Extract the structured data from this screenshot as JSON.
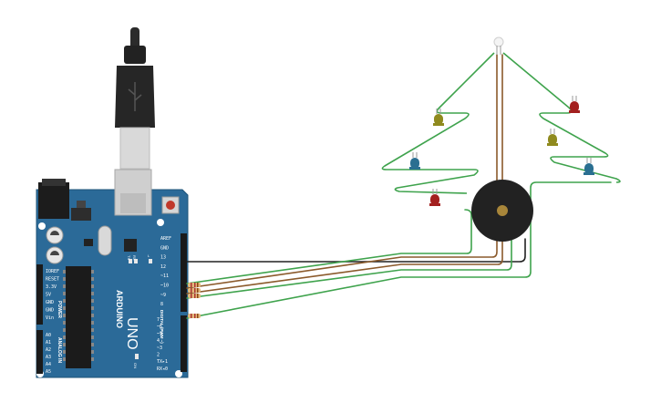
{
  "board": {
    "brand": "ARDUINO",
    "model": "UNO",
    "on_label": "ON",
    "tx_label": "TX",
    "rx_label": "RX",
    "l_label": "L",
    "power_header": "POWER",
    "analog_header": "ANALOG IN",
    "digital_header": "DIGITAL (PWM ~)",
    "power_pins": [
      "IOREF",
      "RESET",
      "3.3V",
      "5V",
      "GND",
      "GND",
      "Vin"
    ],
    "analog_pins": [
      "A0",
      "A1",
      "A2",
      "A3",
      "A4",
      "A5"
    ],
    "digital_pins_top": [
      "AREF",
      "GND",
      "13",
      "12",
      "~11",
      "~10",
      "~9",
      "8"
    ],
    "digital_pins_bottom": [
      "7",
      "~6",
      "~5",
      "4",
      "~3",
      "2",
      "TX▸1",
      "RX◂0"
    ]
  },
  "components": {
    "usb": "usb-connector",
    "tree_leds": [
      {
        "color": "#8f8a1e",
        "name": "olive"
      },
      {
        "color": "#2a6f91",
        "name": "blue"
      },
      {
        "color": "#a3201f",
        "name": "red"
      },
      {
        "color": "#a3201f",
        "name": "red"
      },
      {
        "color": "#8f8a1e",
        "name": "olive"
      },
      {
        "color": "#2a6f91",
        "name": "blue"
      }
    ],
    "wire_colors": {
      "green": "#3fa34d",
      "brown": "#8b5a2b",
      "black": "#222222"
    }
  }
}
